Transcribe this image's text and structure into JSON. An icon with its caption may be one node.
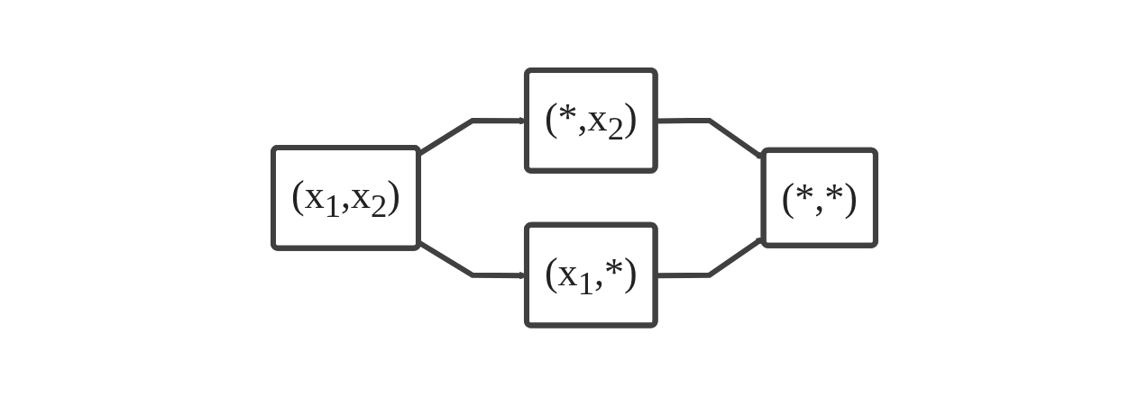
{
  "diagram": {
    "nodes": [
      {
        "text": [
          "(x$_{1}$,x$_{2}$)"
        ]
      },
      {
        "text": [
          "(*,x$_{2}$)"
        ]
      },
      {
        "text": [
          "(x$_{1}$,*)"
        ]
      },
      {
        "text": [
          "(*,*)"
        ]
      }
    ],
    "edges": [
      {
        "from": 0,
        "to": 1,
        "arrow": "to"
      },
      {
        "from": 0,
        "to": 2,
        "arrow": "to"
      },
      {
        "from": 1,
        "to": 3,
        "arrow": "to"
      },
      {
        "from": 2,
        "to": 3,
        "arrow": "to"
      }
    ]
  }
}
